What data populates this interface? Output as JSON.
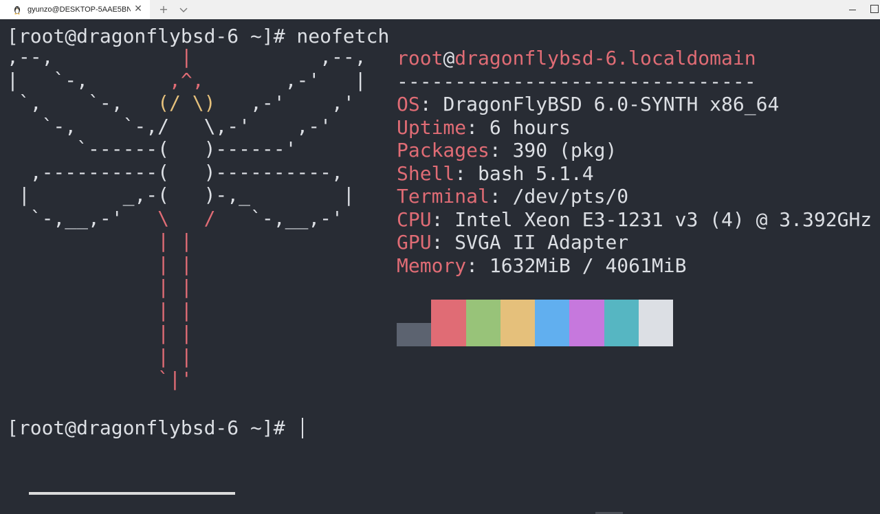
{
  "window": {
    "tab_title": "gyunzo@DESKTOP-5AAE5BN:",
    "tab_icon": "linux-penguin-icon",
    "close_glyph": "✕",
    "new_tab_glyph": "+"
  },
  "terminal": {
    "command_line": "[root@dragonflybsd-6 ~]# neofetch",
    "final_prompt": "[root@dragonflybsd-6 ~]# ",
    "logo_lines": [
      [
        [
          ",--,",
          "white"
        ],
        [
          "           ",
          "white"
        ],
        [
          "|",
          "red"
        ],
        [
          "           ",
          "white"
        ],
        [
          ",--,",
          "white"
        ]
      ],
      [
        [
          "|   `-,",
          "white"
        ],
        [
          "       ",
          "white"
        ],
        [
          ",^,",
          "red"
        ],
        [
          "       ",
          "white"
        ],
        [
          ",-'   |",
          "white"
        ]
      ],
      [
        [
          " `,    `-,",
          "white"
        ],
        [
          "   ",
          "white"
        ],
        [
          "(/ \\)",
          "yellow"
        ],
        [
          "   ",
          "white"
        ],
        [
          ",-'    ,'",
          "white"
        ]
      ],
      [
        [
          "   `-,    `-,/   \\,-'    ,-'",
          "white"
        ]
      ],
      [
        [
          "      `------(   )------'",
          "white"
        ]
      ],
      [
        [
          "  ,----------(   )----------,",
          "white"
        ]
      ],
      [
        [
          " |        _,-(   )-,_        |",
          "white"
        ]
      ],
      [
        [
          "  `-,__,-'   ",
          "white"
        ],
        [
          "\\   /",
          "red"
        ],
        [
          "   `-,__,-'",
          "white"
        ]
      ],
      [
        [
          "             ",
          "white"
        ],
        [
          "| |",
          "red"
        ]
      ],
      [
        [
          "             ",
          "white"
        ],
        [
          "| |",
          "red"
        ]
      ],
      [
        [
          "             ",
          "white"
        ],
        [
          "| |",
          "red"
        ]
      ],
      [
        [
          "             ",
          "white"
        ],
        [
          "| |",
          "red"
        ]
      ],
      [
        [
          "             ",
          "white"
        ],
        [
          "| |",
          "red"
        ]
      ],
      [
        [
          "             ",
          "white"
        ],
        [
          "| |",
          "red"
        ]
      ],
      [
        [
          "             ",
          "white"
        ],
        [
          "`|'",
          "red"
        ]
      ]
    ],
    "info": {
      "user": "root",
      "at": "@",
      "host": "dragonflybsd-6.localdomain",
      "separator": "-------------------------------",
      "rows": [
        {
          "key": "OS",
          "value": "DragonFlyBSD 6.0-SYNTH x86_64"
        },
        {
          "key": "Uptime",
          "value": "6 hours"
        },
        {
          "key": "Packages",
          "value": "390 (pkg)"
        },
        {
          "key": "Shell",
          "value": "bash 5.1.4"
        },
        {
          "key": "Terminal",
          "value": "/dev/pts/0"
        },
        {
          "key": "CPU",
          "value": "Intel Xeon E3-1231 v3 (4) @ 3.392GHz"
        },
        {
          "key": "GPU",
          "value": "SVGA II Adapter"
        },
        {
          "key": "Memory",
          "value": "1632MiB / 4061MiB"
        }
      ]
    },
    "palette": [
      "#5c6370",
      "#e06c75",
      "#98c379",
      "#e5c07b",
      "#61afef",
      "#c678dd",
      "#56b6c2",
      "#dcdfe4"
    ],
    "colors": {
      "background": "#282c34",
      "foreground": "#dcdfe4",
      "red": "#e06c75",
      "yellow": "#e5c07b"
    }
  }
}
